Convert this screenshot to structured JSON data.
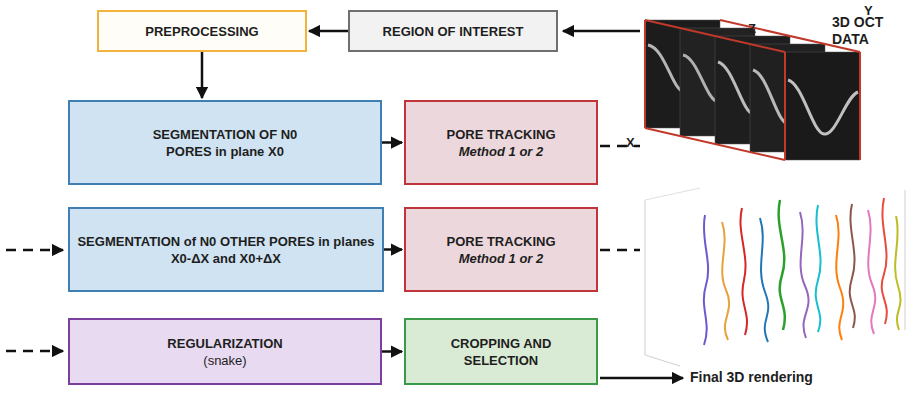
{
  "diagram": {
    "nodes": [
      {
        "text": [
          "PREPROCESSING"
        ]
      },
      {
        "text": [
          "REGION OF INTEREST"
        ]
      },
      {
        "text": [
          "SEGMENTATION OF N0 PORES in plane X0"
        ]
      },
      {
        "text": [
          "PORE TRACKING",
          "Method 1 or 2"
        ]
      },
      {
        "text": [
          "SEGMENTATION of N0 OTHER PORES in planes X0-ΔX and X0+ΔX"
        ]
      },
      {
        "text": [
          "PORE TRACKING",
          "Method 1 or 2"
        ]
      },
      {
        "text": [
          "REGULARIZATION",
          "(snake)"
        ]
      },
      {
        "text": [
          "CROPPING AND SELECTION"
        ]
      }
    ],
    "edges": [
      {
        "from": 1,
        "to": 0,
        "arrow": "to"
      },
      {
        "from": 0,
        "to": 2,
        "arrow": "to"
      },
      {
        "from": 2,
        "to": 3,
        "arrow": "to"
      },
      {
        "from": 4,
        "to": 5,
        "arrow": "to"
      },
      {
        "from": 6,
        "to": 7,
        "arrow": "to"
      }
    ],
    "labels": [
      "3D OCT DATA",
      "Y",
      "Z",
      "X",
      "Final 3D rendering"
    ]
  }
}
